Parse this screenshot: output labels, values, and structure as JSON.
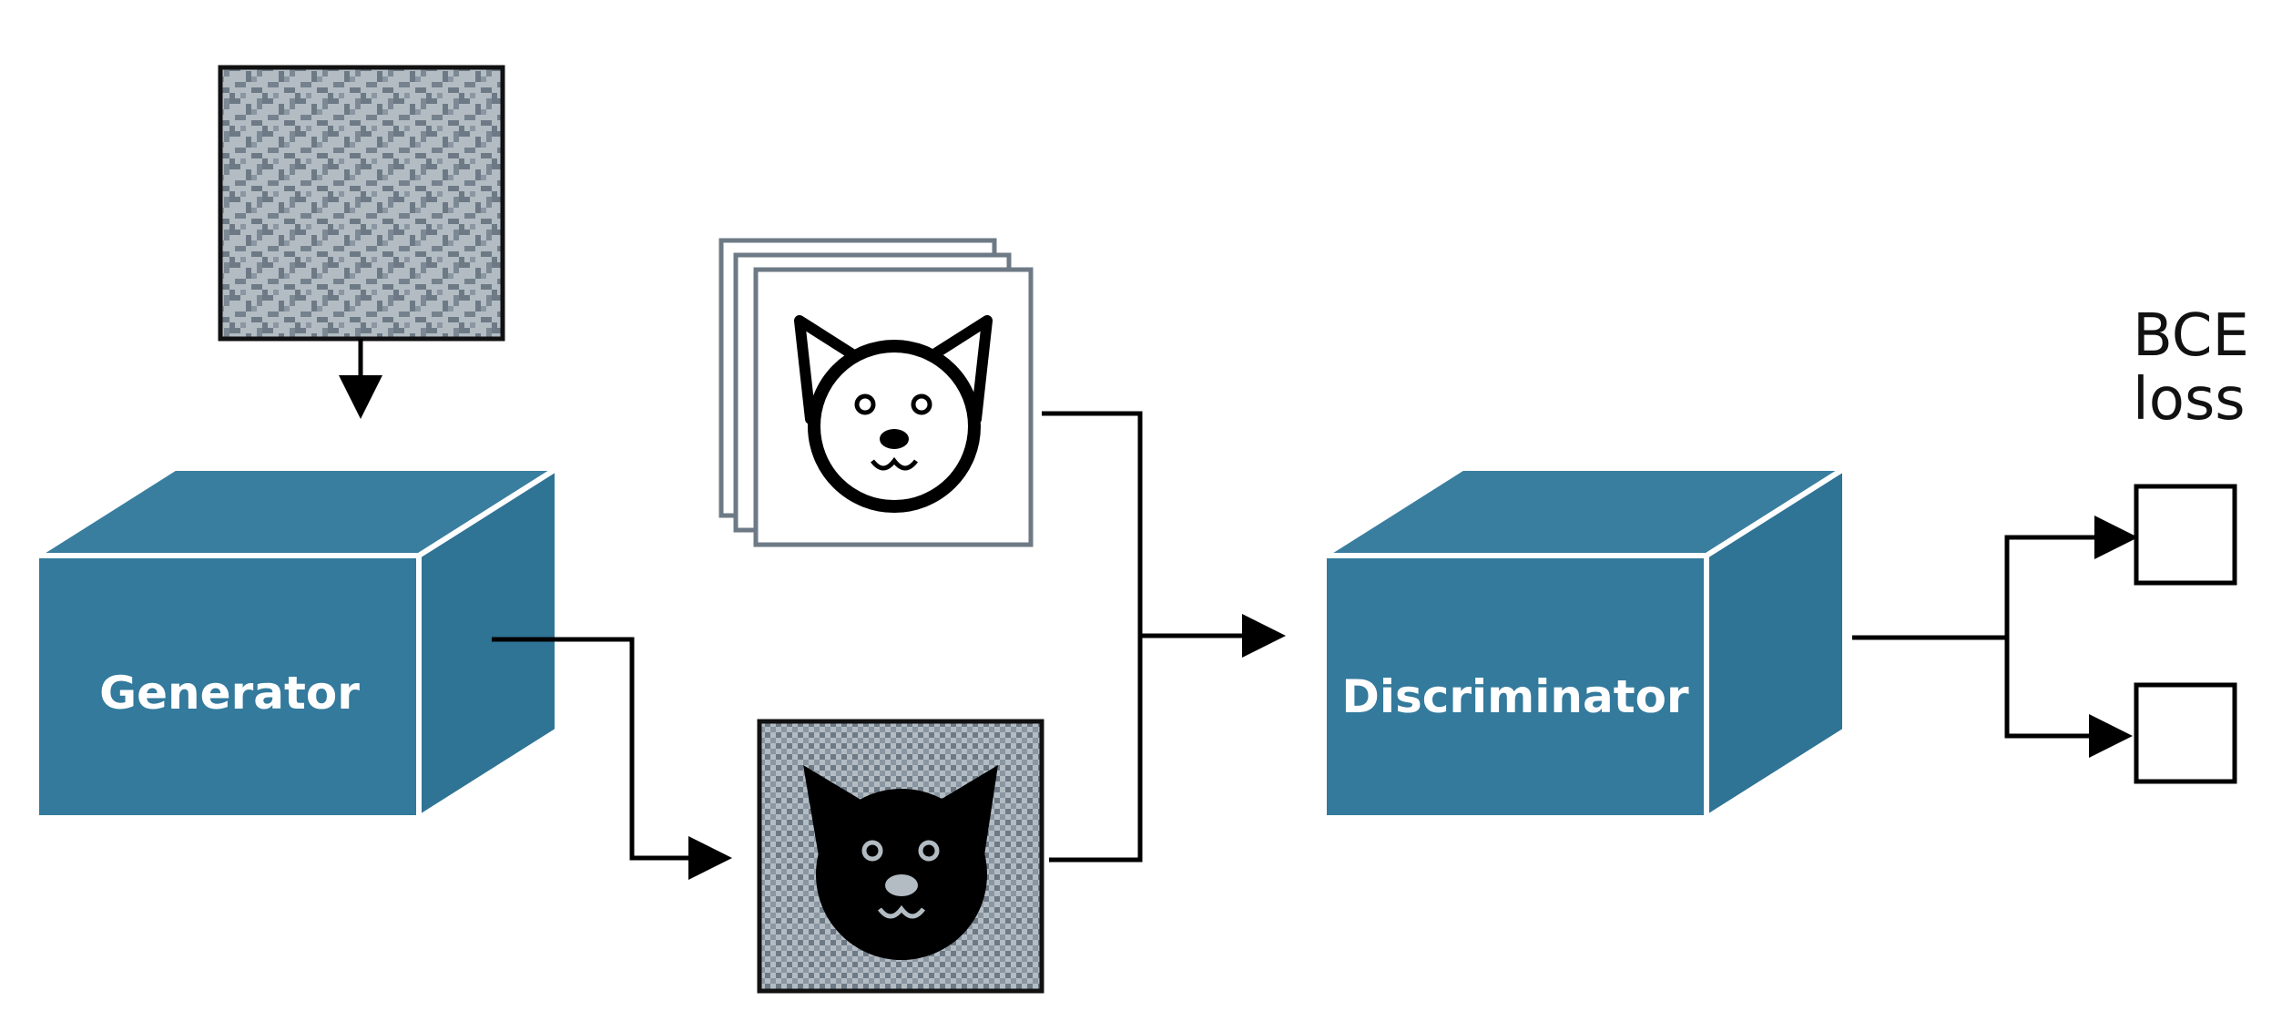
{
  "labels": {
    "generator": "Generator",
    "discriminator": "Discriminator",
    "loss_line1": "BCE",
    "loss_line2": "loss"
  },
  "colors": {
    "box_front": "#337a9c",
    "box_top": "#3a7e9f",
    "box_side": "#2f7395",
    "noise_dark": "#6d7a86",
    "noise_light": "#b3bcc3",
    "card_border": "#6d7a86"
  },
  "icons": [
    "noise-texture",
    "real-cat-image-stack",
    "generated-cat-image",
    "arrow-icon",
    "output-box"
  ]
}
